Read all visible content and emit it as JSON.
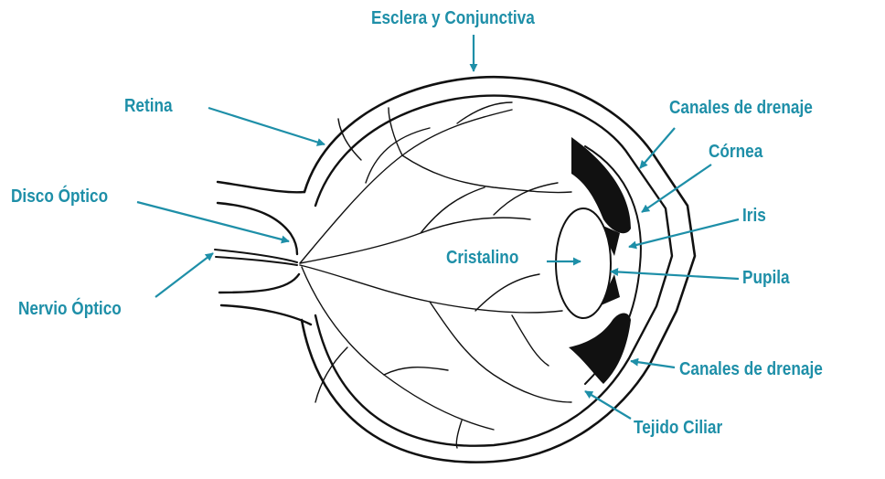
{
  "colors": {
    "label": "#1e8fa8",
    "ink": "#111111",
    "background": "#ffffff"
  },
  "labels": {
    "esclera": "Esclera y Conjunctiva",
    "retina": "Retina",
    "canales_top": "Canales de drenaje",
    "cornea": "Córnea",
    "disco": "Disco Óptico",
    "iris": "Iris",
    "cristalino": "Cristalino",
    "pupila": "Pupila",
    "nervio": "Nervio Óptico",
    "canales_bottom": "Canales de drenaje",
    "tejido": "Tejido Ciliar"
  }
}
